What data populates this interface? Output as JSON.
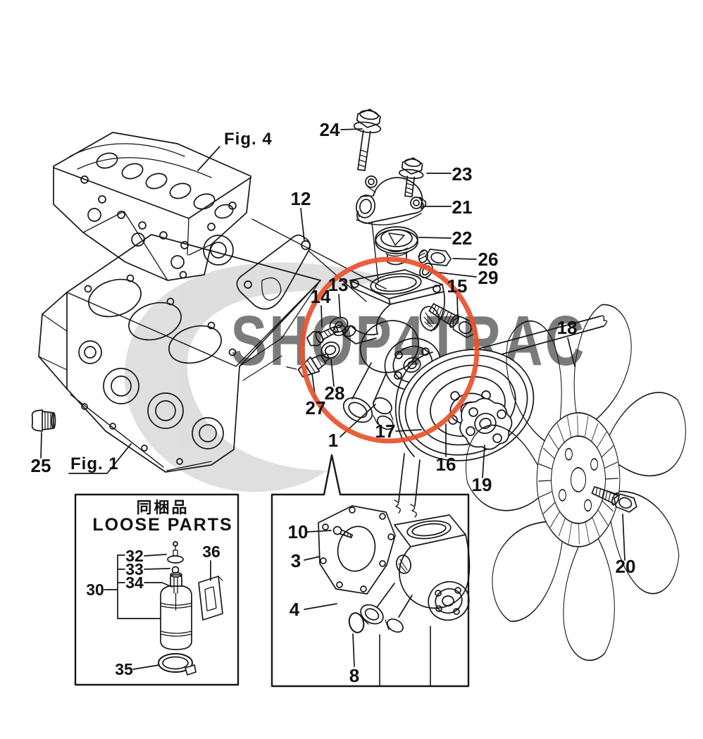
{
  "watermark": {
    "text": "SHOP4TRAC",
    "color": "#c4c4c4"
  },
  "highlight": {
    "shape": "ellipse",
    "color": "#e8512c"
  },
  "figures": {
    "fig4": "Fig. 4",
    "fig1": "Fig. 1"
  },
  "loose_parts_box": {
    "title_jp": "同梱品",
    "title_en": "LOOSE PARTS"
  },
  "callouts": {
    "1": "1",
    "3": "3",
    "4": "4",
    "8": "8",
    "10": "10",
    "12": "12",
    "13": "13",
    "14": "14",
    "15": "15",
    "16": "16",
    "17": "17",
    "18": "18",
    "19": "19",
    "20": "20",
    "21": "21",
    "22": "22",
    "23": "23",
    "24": "24",
    "25": "25",
    "26": "26",
    "27": "27",
    "28": "28",
    "29": "29",
    "30": "30",
    "32": "32",
    "33": "33",
    "34": "34",
    "35": "35",
    "36": "36"
  }
}
